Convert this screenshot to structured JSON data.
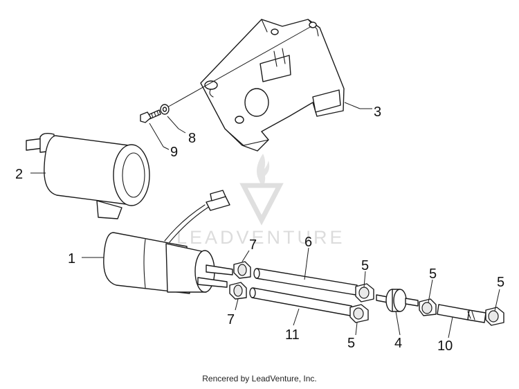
{
  "watermark": {
    "brand_text": "LEADVENTURE"
  },
  "callouts": [
    {
      "id": "c1",
      "label": "1"
    },
    {
      "id": "c2",
      "label": "2"
    },
    {
      "id": "c3",
      "label": "3"
    },
    {
      "id": "c4",
      "label": "4"
    },
    {
      "id": "c5a",
      "label": "5"
    },
    {
      "id": "c5b",
      "label": "5"
    },
    {
      "id": "c5c",
      "label": "5"
    },
    {
      "id": "c5d",
      "label": "5"
    },
    {
      "id": "c6",
      "label": "6"
    },
    {
      "id": "c7a",
      "label": "7"
    },
    {
      "id": "c7b",
      "label": "7"
    },
    {
      "id": "c8",
      "label": "8"
    },
    {
      "id": "c9",
      "label": "9"
    },
    {
      "id": "c10",
      "label": "10"
    },
    {
      "id": "c11",
      "label": "11"
    }
  ],
  "footer": {
    "credit": "Rencered by LeadVenture, Inc."
  }
}
